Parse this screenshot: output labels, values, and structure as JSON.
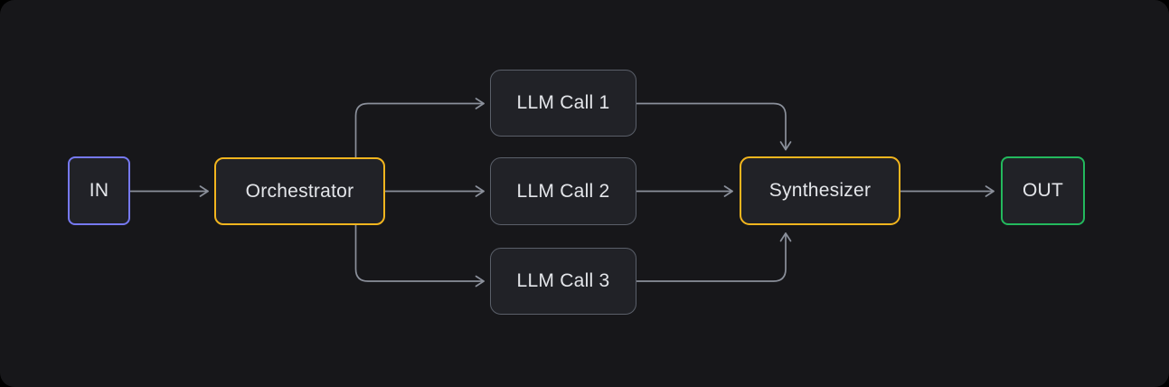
{
  "colors": {
    "panel-bg": "#17171a",
    "node-fill": "#212227",
    "node-border": "#5a5f69",
    "accent-indigo": "#7679f2",
    "accent-amber": "#f2b51e",
    "accent-green": "#23b95d",
    "edge": "#8b909b",
    "text": "#e4e6ea"
  },
  "diagram": {
    "nodes": {
      "in": {
        "label": "IN",
        "accent": "indigo"
      },
      "orchestrator": {
        "label": "Orchestrator",
        "accent": "amber"
      },
      "llm1": {
        "label": "LLM Call 1",
        "accent": "default"
      },
      "llm2": {
        "label": "LLM Call 2",
        "accent": "default"
      },
      "llm3": {
        "label": "LLM Call 3",
        "accent": "default"
      },
      "synthesizer": {
        "label": "Synthesizer",
        "accent": "amber"
      },
      "out": {
        "label": "OUT",
        "accent": "green"
      }
    },
    "edges": [
      {
        "from": "in",
        "to": "orchestrator"
      },
      {
        "from": "orchestrator",
        "to": "llm1"
      },
      {
        "from": "orchestrator",
        "to": "llm2"
      },
      {
        "from": "orchestrator",
        "to": "llm3"
      },
      {
        "from": "llm1",
        "to": "synthesizer"
      },
      {
        "from": "llm2",
        "to": "synthesizer"
      },
      {
        "from": "llm3",
        "to": "synthesizer"
      },
      {
        "from": "synthesizer",
        "to": "out"
      }
    ]
  }
}
